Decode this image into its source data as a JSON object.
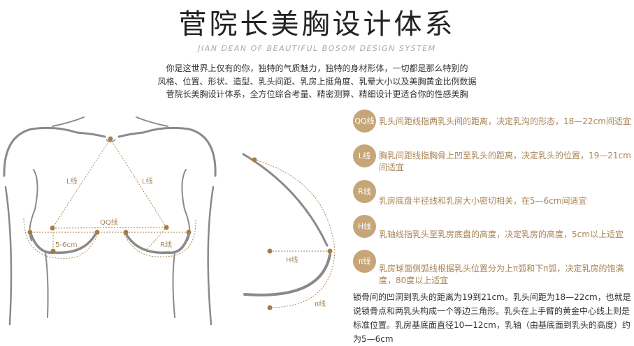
{
  "header": {
    "title": "菅院长美胸设计体系",
    "subtitle": "JIAN DEAN OF BEAUTIFUL BOSOM DESIGN SYSTEM",
    "intro": [
      "你是这世界上仅有的你，独特的气质魅力，独特的身材形体，一切都是那么特别的",
      "风格、位置、形状、造型、乳头间距、乳房上挺角度、乳晕大小以及美胸黄金比例数据",
      "菅院长美胸设计体系，全方位综合考量、精密测算、精细设计更适合你的性感美胸"
    ]
  },
  "diagram": {
    "labels": {
      "l_left": "L线",
      "l_right": "L线",
      "qq": "QQ线",
      "five_six": "5-6cm",
      "r": "R线",
      "h": "H线",
      "pi": "π线"
    },
    "colors": {
      "accent": "#a97b45",
      "outline": "#888888"
    }
  },
  "items": [
    {
      "badge": "QQ线",
      "text": "乳头间距线指两乳头间的距离，决定乳沟的形态，18—22cm间适宜"
    },
    {
      "badge": "L线",
      "text": "胸乳间距线指胸骨上凹至乳头的距离，决定乳头的位置，19—21cm间适宜"
    },
    {
      "badge": "R线",
      "text": "乳房底盘半径线和乳房大小密切相关，在5—6cm间适宜"
    },
    {
      "badge": "H线",
      "text": "乳轴线指乳头至乳房底盘的高度，决定乳房的高度，5cm以上适宜"
    },
    {
      "badge": "π线",
      "text": "乳房球面侧弧线根据乳头位置分为上π弧和下π弧，决定乳房的饱满度，80度以上适宜"
    }
  ],
  "summary": "锁骨间的凹洞到乳头的距离为19到21cm。乳头间距为18—22cm，也就是说锁骨点和两乳头构成一个等边三角形。乳头在上手臂的黄金中心线上则是标准位置。乳房基底面直径10—12cm，乳轴（由基底面到乳头的高度）约为5—6cm"
}
